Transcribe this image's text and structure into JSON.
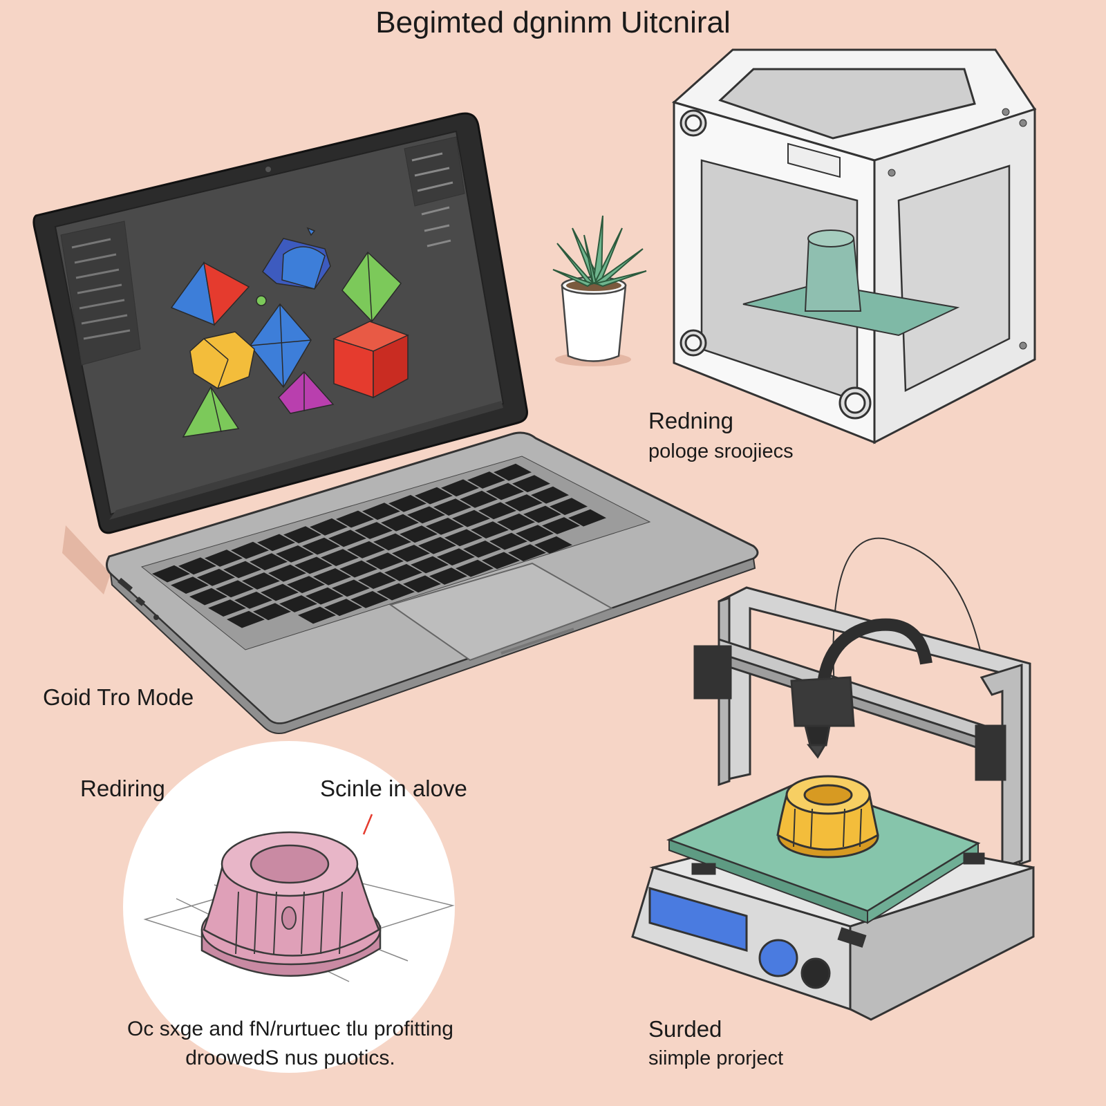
{
  "title": "Begimted dgninm Uitcniral",
  "printer_enclosed": {
    "label": "Redning",
    "caption": "pologe sroojiecs"
  },
  "laptop": {
    "label": "Goid Tro Mode",
    "screen_background": "#4a4a4a",
    "shapes": [
      {
        "kind": "triangle-pyramid",
        "colors": [
          "#e53b2e",
          "#3d7ed9"
        ]
      },
      {
        "kind": "mixed-solid",
        "colors": [
          "#3d5bbf",
          "#3d7ed9"
        ]
      },
      {
        "kind": "octahedron",
        "colors": [
          "#7cc95a"
        ]
      },
      {
        "kind": "octahedron",
        "colors": [
          "#3d7ed9"
        ]
      },
      {
        "kind": "cube",
        "colors": [
          "#e53b2e"
        ]
      },
      {
        "kind": "polyhedron",
        "colors": [
          "#f3bd3b"
        ]
      },
      {
        "kind": "pyramid",
        "colors": [
          "#7cc95a"
        ]
      },
      {
        "kind": "pyramid",
        "colors": [
          "#b93fae"
        ]
      }
    ]
  },
  "model_view": {
    "label_left": "Rediring",
    "label_right": "Scinle in alove",
    "caption_line1": "Oc sxge and fN/rurtuec tlu profitting",
    "caption_line2": "droowedS nus puotics.",
    "model_color": "#dfa0b8"
  },
  "printer_open": {
    "label": "Surded",
    "caption": "siimple prorject",
    "print_color": "#f3bd3b",
    "bed_color": "#86c5ab",
    "screen_color": "#4a7be0",
    "knob_color": "#4a7be0"
  },
  "plant": {
    "leaf_color": "#6fb58e"
  }
}
